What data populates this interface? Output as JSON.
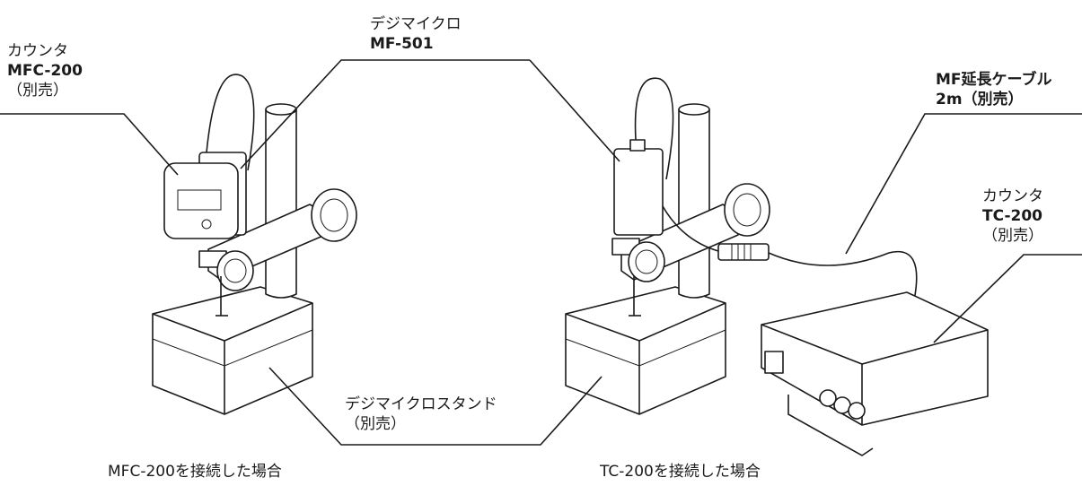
{
  "labels": {
    "counter_left": {
      "line1": "カウンタ",
      "line2": "MFC-200",
      "line3": "（別売）"
    },
    "digimicro": {
      "line1": "デジマイクロ",
      "line2": "MF-501"
    },
    "ext_cable": {
      "line1": "MF延長ケーブル",
      "line2": "2m（別売）"
    },
    "counter_right": {
      "line1": "カウンタ",
      "line2": "TC-200",
      "line3": "（別売）"
    },
    "stand": {
      "line1": "デジマイクロスタンド",
      "line2": "（別売）"
    }
  },
  "captions": {
    "left": "MFC-200を接続した場合",
    "right": "TC-200を接続した場合"
  }
}
